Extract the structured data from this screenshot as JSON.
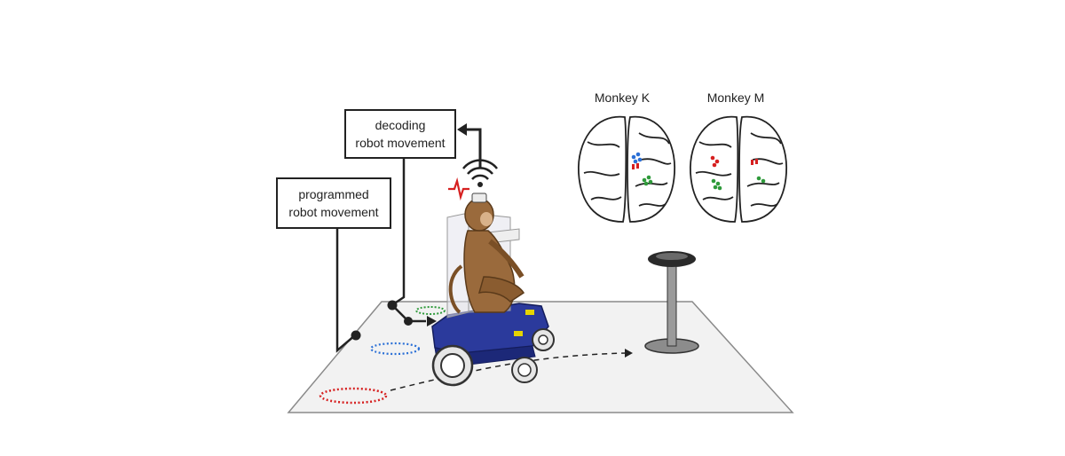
{
  "labels": {
    "decoding_line1": "decoding",
    "decoding_line2": "robot movement",
    "programmed_line1": "programmed",
    "programmed_line2": "robot movement",
    "monkey_k": "Monkey K",
    "monkey_m": "Monkey M"
  },
  "colors": {
    "robot_blue": "#2b3a9c",
    "monkey_brown": "#9a6a3c",
    "target_red": "#d62020",
    "target_blue": "#2a6fd6",
    "target_green": "#2e9a3a",
    "floor": "#f2f2f2",
    "line": "#222222"
  },
  "icons": [
    "wifi-signal-icon",
    "neural-spike-icon"
  ]
}
